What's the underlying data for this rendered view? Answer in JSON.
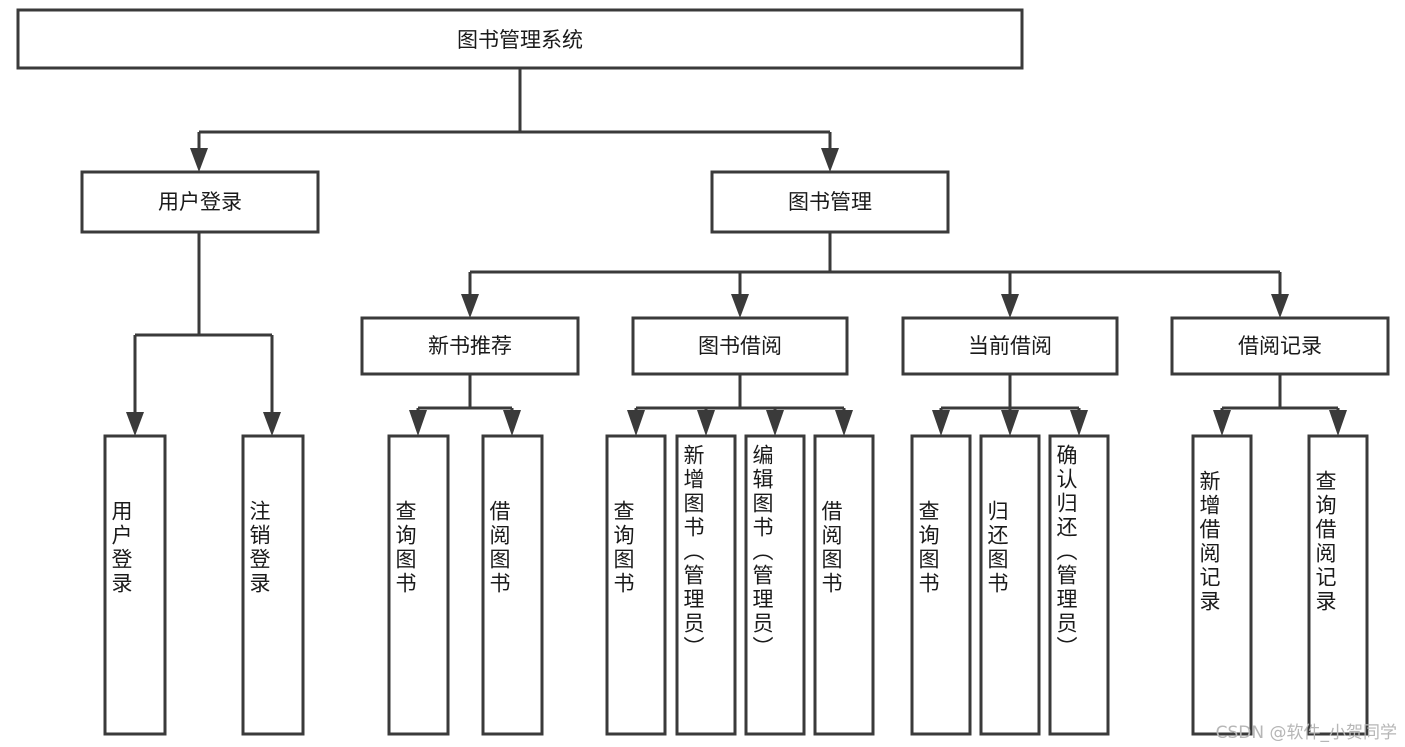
{
  "diagram": {
    "title": "图书管理系统",
    "type": "hierarchy-tree",
    "watermark": "CSDN @软件_小贺同学",
    "colors": {
      "stroke": "#3a3a3a",
      "fill": "#ffffff",
      "text": "#1a1a1a",
      "watermark": "#b6b6b6"
    },
    "root": {
      "label": "图书管理系统"
    },
    "level2": [
      {
        "label": "用户登录"
      },
      {
        "label": "图书管理"
      }
    ],
    "level3": [
      {
        "label": "新书推荐"
      },
      {
        "label": "图书借阅"
      },
      {
        "label": "当前借阅"
      },
      {
        "label": "借阅记录"
      }
    ],
    "leaves": {
      "user_login": [
        {
          "label": "用户登录"
        },
        {
          "label": "注销登录"
        }
      ],
      "new_book_recommend": [
        {
          "label": "查询图书"
        },
        {
          "label": "借阅图书"
        }
      ],
      "book_borrow": [
        {
          "label": "查询图书"
        },
        {
          "label": "新增图书（管理员）"
        },
        {
          "label": "编辑图书（管理员）"
        },
        {
          "label": "借阅图书"
        }
      ],
      "current_borrow": [
        {
          "label": "查询图书"
        },
        {
          "label": "归还图书"
        },
        {
          "label": "确认归还（管理员）"
        }
      ],
      "borrow_record": [
        {
          "label": "新增借阅记录"
        },
        {
          "label": "查询借阅记录"
        }
      ]
    }
  }
}
